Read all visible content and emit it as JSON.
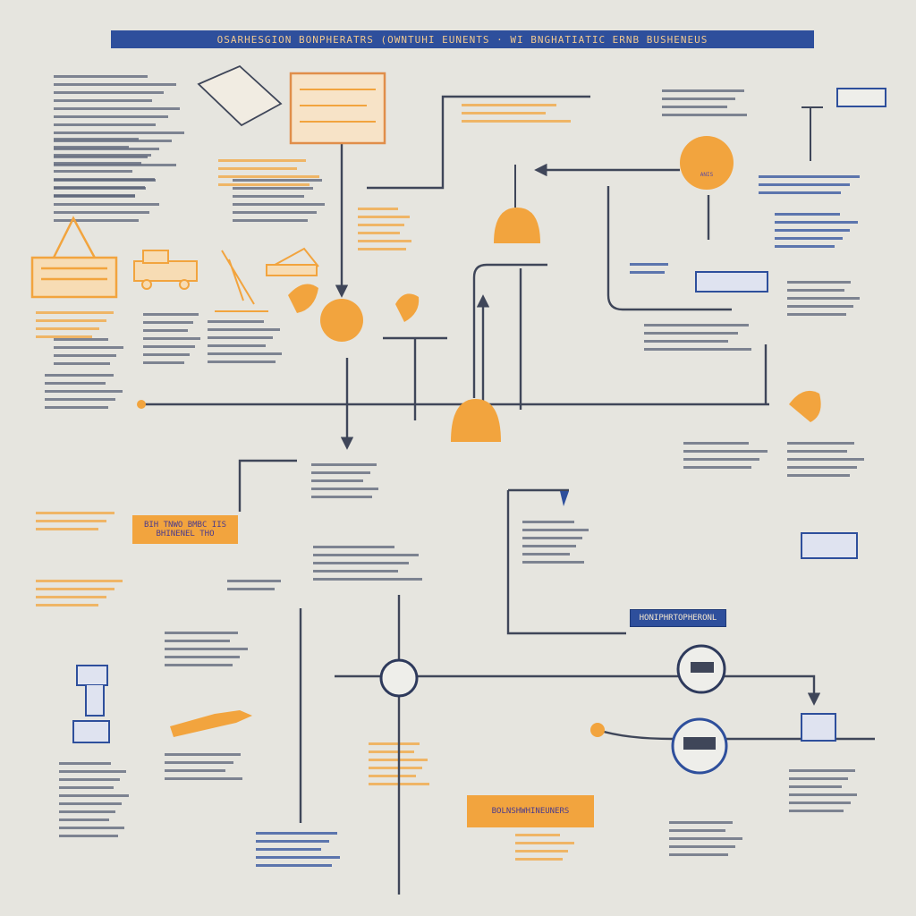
{
  "title": "OSARHESGION BONPHERATRS (OWNTUHI EUNENTS · WI BNGHATIATIC ERNB BUSHENEUS",
  "labels": {
    "blue_box": "HONIPHRTOPHERONL",
    "orange_box_left": "BIH TNWO BMBC IIS BHINENEL THO",
    "orange_box_bottom": "BOLNSHWHINEUNERS",
    "orange_circle": "ANIS"
  },
  "colors": {
    "background": "#e6e5df",
    "navy": "#2e4f9c",
    "line": "#3f4659",
    "orange": "#f2a43e"
  },
  "icons": [
    "warning-triangle-icon",
    "hard-hat-icon",
    "bell-icon",
    "excavator-icon",
    "crane-icon",
    "flask-icon",
    "hand-tool-icon",
    "machine-icon",
    "tablet-icon",
    "ship-icon"
  ]
}
